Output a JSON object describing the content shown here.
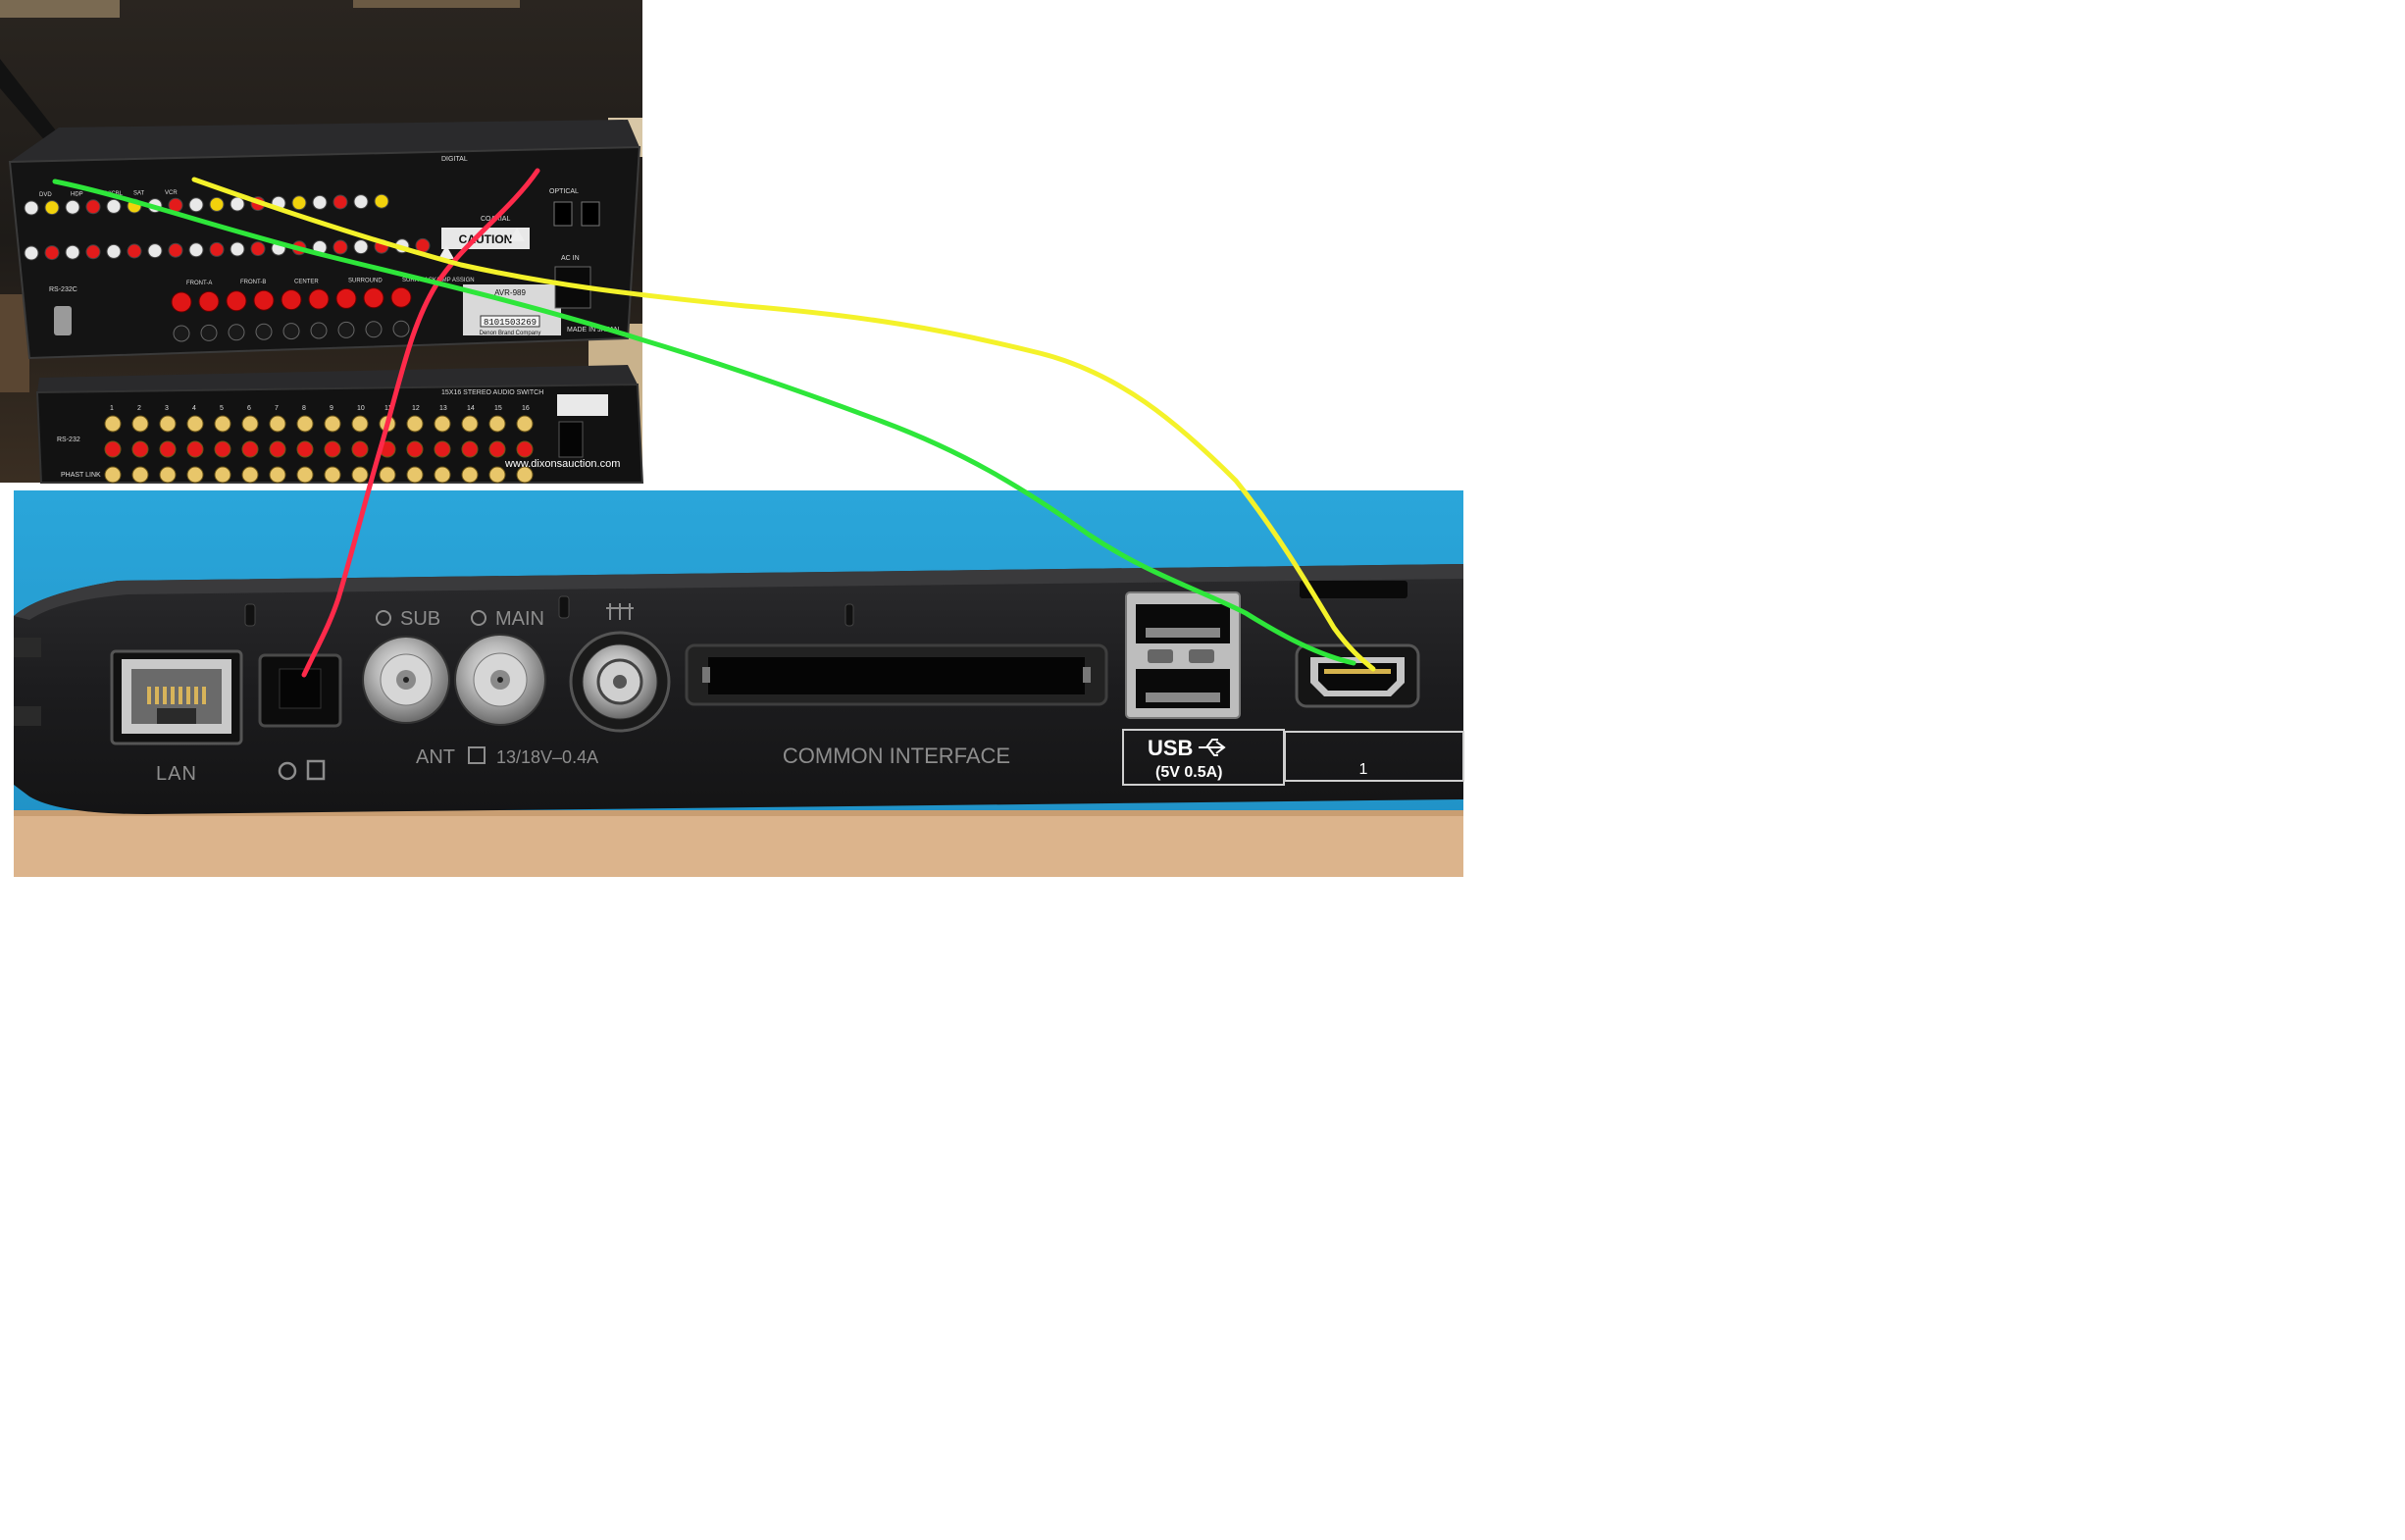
{
  "receiver_photo": {
    "watermark": "www.dixonsauction.com",
    "model": "AVR-989",
    "brand": "Denon Brand Company",
    "origin": "MADE IN JAPAN",
    "serial": "8101503269",
    "switch_label": "15X16 STEREO AUDIO SWITCH",
    "caution": "CAUTION",
    "coaxial": "COAXIAL",
    "optical": "OPTICAL",
    "digital": "DIGITAL",
    "rs232c": "RS-232C",
    "rs232": "RS-232",
    "phast_link": "PHAST LINK",
    "ac_in": "AC IN",
    "speaker_terminals": [
      "FRONT-A",
      "FRONT-B",
      "CENTER",
      "SURROUND",
      "SURR BACK/AMP ASSIGN"
    ],
    "video_inputs": [
      "DVD",
      "HDP",
      "TV/CBL",
      "SAT",
      "VCR"
    ],
    "switch_channels": [
      "1",
      "2",
      "3",
      "4",
      "5",
      "6",
      "7",
      "8",
      "9",
      "10",
      "11",
      "12",
      "13",
      "14",
      "15",
      "16"
    ]
  },
  "tv_panel": {
    "lan_label": "LAN",
    "ant_label": "ANT",
    "ant_power": "13/18V–0.4A",
    "sub_label": "SUB",
    "main_label": "MAIN",
    "ci_label": "COMMON INTERFACE",
    "usb_label": "USB",
    "usb_spec": "(5V 0.5A)",
    "hdmi_number": "1"
  },
  "cables": [
    {
      "name": "red-optical-cable",
      "color": "#ff2a4a"
    },
    {
      "name": "yellow-hdmi-cable",
      "color": "#f4f22a"
    },
    {
      "name": "green-hdmi-cable",
      "color": "#2ee63a"
    }
  ]
}
